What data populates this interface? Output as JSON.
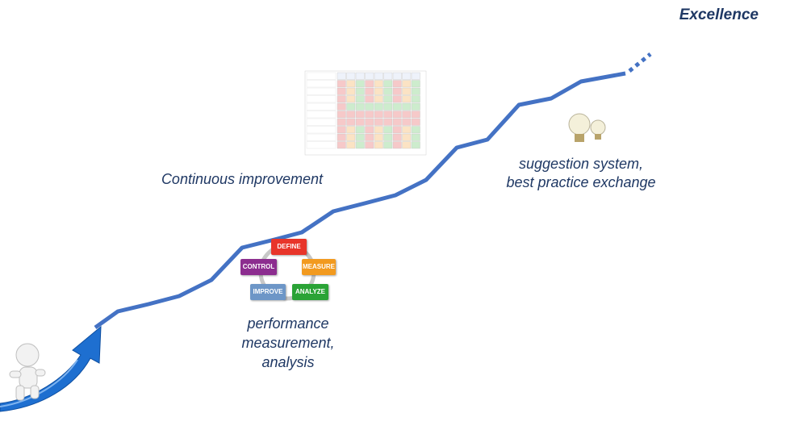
{
  "title": "Excellence",
  "labels": {
    "continuous_improvement": "Continuous improvement",
    "suggestion_line1": "suggestion system,",
    "suggestion_line2": "best practice exchange",
    "performance_line1": "performance",
    "performance_line2": "measurement,",
    "performance_line3": "analysis"
  },
  "dmaic": {
    "define": "DEFINE",
    "measure": "MEASURE",
    "analyze": "ANALYZE",
    "improve": "IMPROVE",
    "control": "CONTROL"
  },
  "colors": {
    "line": "#4472c4",
    "arrow": "#1e6fd0",
    "text": "#1f3864",
    "define": "#e8352a",
    "measure": "#f29a1f",
    "analyze": "#2aa336",
    "improve": "#6d96c7",
    "control": "#8c2d8f"
  },
  "icons": [
    "lightbulb-icon",
    "stickman-icon",
    "growth-arrow-icon",
    "scorecard-table-icon",
    "cycle-icon"
  ]
}
